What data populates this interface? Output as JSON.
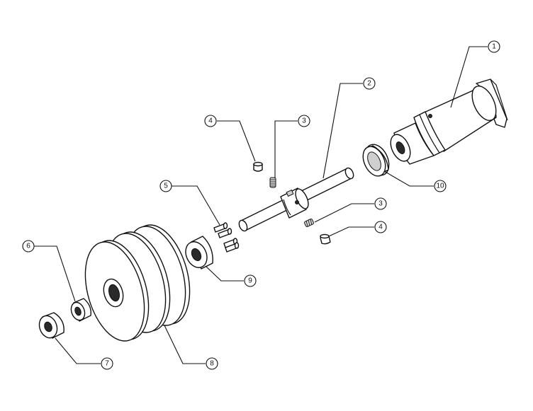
{
  "drawing": {
    "callouts": [
      {
        "id": "c1a",
        "label": "1"
      },
      {
        "id": "c2a",
        "label": "2"
      },
      {
        "id": "c3a",
        "label": "3"
      },
      {
        "id": "c3b",
        "label": "3"
      },
      {
        "id": "c4a",
        "label": "4"
      },
      {
        "id": "c4b",
        "label": "4"
      },
      {
        "id": "c5a",
        "label": "5"
      },
      {
        "id": "c6a",
        "label": "6"
      },
      {
        "id": "c7a",
        "label": "7"
      },
      {
        "id": "c8a",
        "label": "8"
      },
      {
        "id": "c9a",
        "label": "9"
      },
      {
        "id": "c10a",
        "label": "10"
      }
    ]
  }
}
